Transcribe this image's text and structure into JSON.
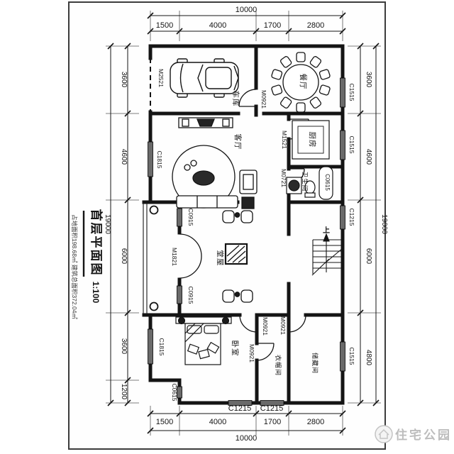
{
  "title": {
    "main": "首层平面图",
    "scale": "1:100",
    "subtitle": "占地面积198.68㎡ 建筑总面积372.04㎡"
  },
  "watermark": {
    "brand": "住宅公园"
  },
  "dims": {
    "top": {
      "total": "10000",
      "segments": [
        "1500",
        "4000",
        "1700",
        "2800"
      ]
    },
    "bottom": {
      "total": "10000",
      "segments": [
        "1500",
        "4000",
        "1700",
        "2800"
      ]
    },
    "left": {
      "total": "19000",
      "segments": [
        "3600",
        "4600",
        "6000",
        "3600",
        "1200"
      ]
    },
    "right": {
      "total": "19000",
      "segments": [
        "3600",
        "4600",
        "6000",
        "4800"
      ]
    }
  },
  "rooms": {
    "garage": "车库",
    "dining": "餐厅",
    "living": "客厅",
    "kitchen": "厨房",
    "bath": "卫生间",
    "hall": "堂屋",
    "bedroom": "卧室",
    "cloak": "衣帽间",
    "storage": "储藏间",
    "stairs_up": "上"
  },
  "openings": {
    "garage_door": "M2521",
    "dining_door": "M0921",
    "kitchen_door": "M1521",
    "bath_door": "M0721",
    "hall_door": "M1821",
    "bedroom_door": "M0921",
    "storage_door": "M0921",
    "cloak_door": "M0921",
    "win_living": "C1815",
    "win_bedroom": "C1815",
    "win_hall_top": "C0915",
    "win_hall_bottom": "C0915",
    "win_step": "C0615",
    "tub_label": "C0615",
    "win_dining": "C1515",
    "win_kitchen": "C1515",
    "win_storage": "C1515",
    "win_stairs": "C1215",
    "win_bottom_1": "C1215",
    "win_bottom_2": "C1215"
  }
}
